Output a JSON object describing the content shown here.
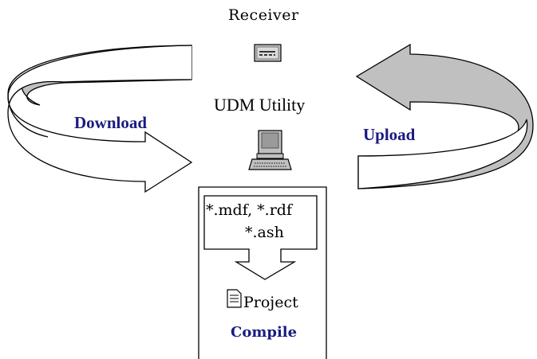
{
  "nodes": {
    "receiver": {
      "label": "Receiver",
      "icon": "receiver-device-icon"
    },
    "utility": {
      "label": "UDM Utility",
      "icon": "desktop-computer-icon"
    },
    "files": {
      "line1": "*.mdf, *.rdf",
      "line2": "*.ash"
    },
    "project": {
      "label": "Project",
      "icon": "document-icon"
    },
    "compile": {
      "label": "Compile"
    }
  },
  "arrows": {
    "download": {
      "label": "Download",
      "fill": "#ffffff"
    },
    "upload": {
      "label": "Upload",
      "fill": "#c0c0c0"
    }
  },
  "colors": {
    "accent_text": "#1a1a80",
    "upload_fill": "#c0c0c0",
    "download_fill": "#ffffff"
  }
}
